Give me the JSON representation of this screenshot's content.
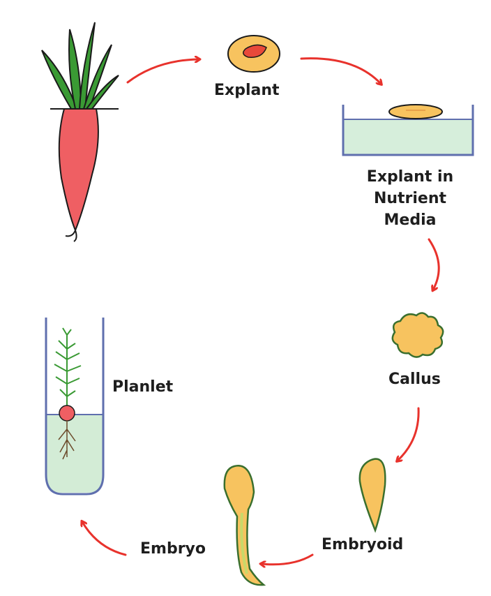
{
  "labels": {
    "explant": "Explant",
    "explant_media_line1": "Explant in",
    "explant_media_line2": "Nutrient",
    "explant_media_line3": "Media",
    "callus": "Callus",
    "embryoid": "Embryoid",
    "embryo": "Embryo",
    "planlet": "Planlet"
  },
  "colors": {
    "arrow": "#e8322c",
    "carrot": "#ef5f63",
    "leaf": "#3a9a34",
    "explant_fill": "#f7c35f",
    "explant_core": "#e8493a",
    "media": "#d6eedb",
    "tube_liquid": "#d3ecd6",
    "container_stroke": "#5f6fae",
    "embryo_fill": "#f7c35f",
    "embryo_stem": "#c8d96a"
  }
}
